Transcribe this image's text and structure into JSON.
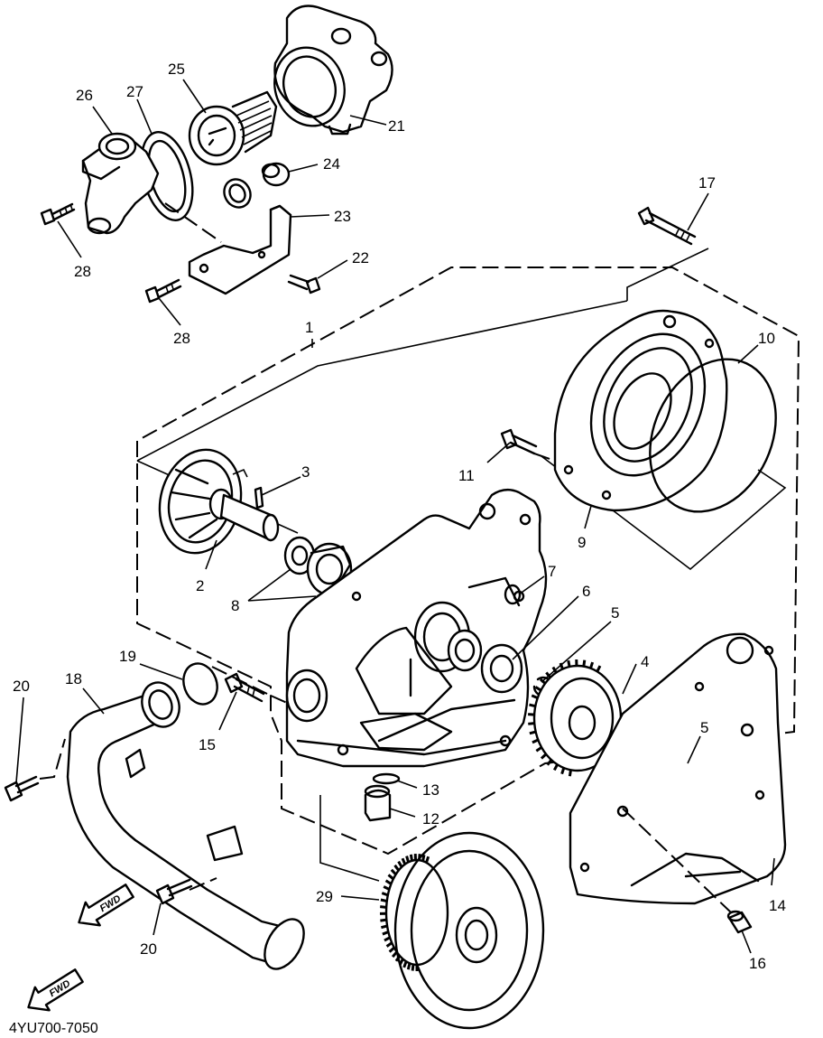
{
  "callouts": {
    "c1": "1",
    "c2": "2",
    "c3": "3",
    "c4": "4",
    "c5a": "5",
    "c5b": "5",
    "c6": "6",
    "c7": "7",
    "c8": "8",
    "c9": "9",
    "c10": "10",
    "c11": "11",
    "c12": "12",
    "c13": "13",
    "c14": "14",
    "c15": "15",
    "c16": "16",
    "c17": "17",
    "c18": "18",
    "c19": "19",
    "c20a": "20",
    "c20b": "20",
    "c21": "21",
    "c22": "22",
    "c23": "23",
    "c24": "24",
    "c25": "25",
    "c26": "26",
    "c27": "27",
    "c28a": "28",
    "c28b": "28",
    "c29": "29"
  },
  "direction_arrows": {
    "upper": "FWD",
    "lower": "FWD"
  },
  "drawing_code": "4YU700-7050"
}
